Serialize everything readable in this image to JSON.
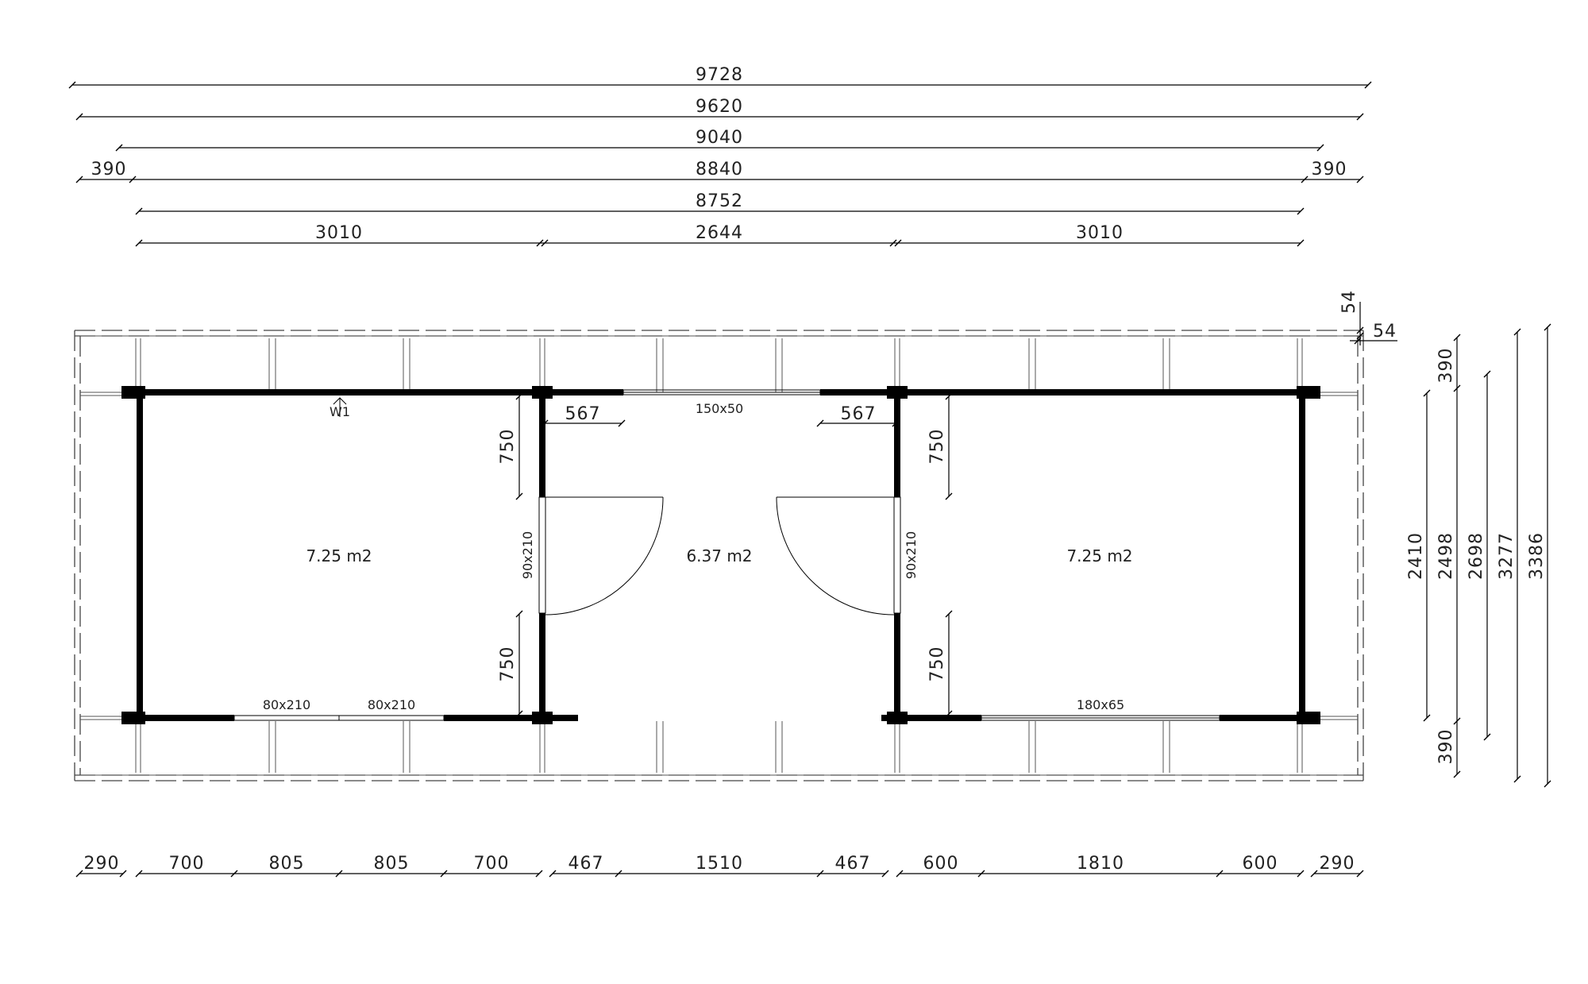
{
  "top_dimensions": {
    "overall": "9728",
    "roof": "9620",
    "structure": "9040",
    "overhang_left": "390",
    "walls": "8840",
    "overhang_right": "390",
    "interior": "8752",
    "room_left": "3010",
    "room_center": "2644",
    "room_right": "3010"
  },
  "corner_dimensions": {
    "vertical": "54",
    "horizontal": "54"
  },
  "rooms": [
    {
      "area": "7.25 m2"
    },
    {
      "area": "6.37 m2"
    },
    {
      "area": "7.25 m2"
    }
  ],
  "openings": {
    "top_window": "150x50",
    "left_door": "90x210",
    "right_door": "90x210",
    "front_door_1": "80x210",
    "front_door_2": "80x210",
    "front_window": "180x65",
    "wall_marker": "W1"
  },
  "interior_dimensions": {
    "left_offset": "567",
    "right_offset": "567",
    "left_top": "750",
    "left_bottom": "750",
    "right_top": "750",
    "right_bottom": "750"
  },
  "side_dimensions": {
    "overhang_top": "390",
    "inner": "2410",
    "walls": "2498",
    "structure": "2698",
    "roof": "3277",
    "overall": "3386",
    "overhang_bottom": "390"
  },
  "bottom_dimensions": [
    "290",
    "700",
    "805",
    "805",
    "700",
    "467",
    "1510",
    "467",
    "600",
    "1810",
    "600",
    "290"
  ]
}
